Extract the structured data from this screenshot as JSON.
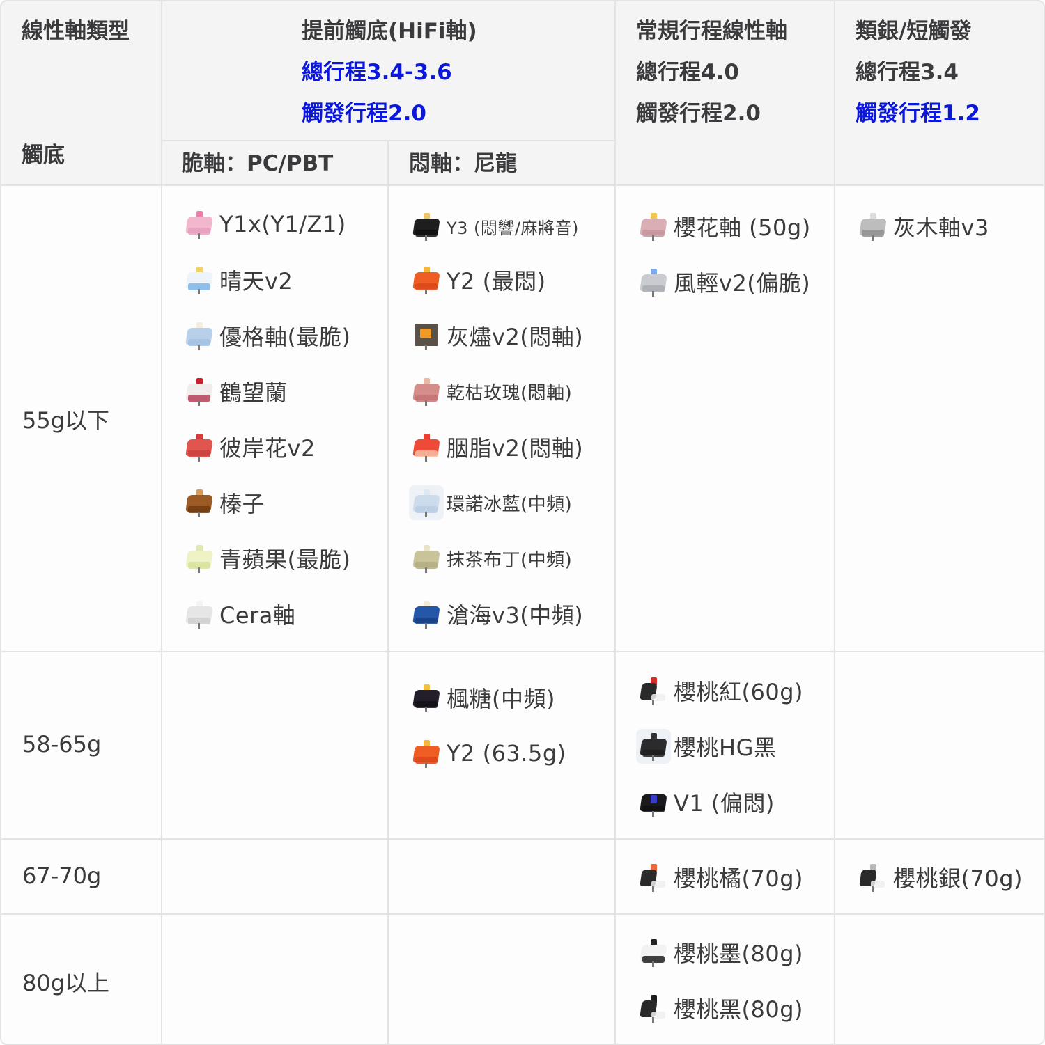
{
  "table": {
    "corner": {
      "top": "線性軸類型",
      "bottom": "觸底"
    },
    "columns": {
      "hifi": {
        "title": "提前觸底(HiFi軸)",
        "total_travel": "總行程3.4-3.6",
        "trigger_travel": "觸發行程2.0",
        "sub": {
          "crisp": "脆軸：PC/PBT",
          "muted": "悶軸：尼龍"
        }
      },
      "standard": {
        "title": "常規行程線性軸",
        "total_travel": "總行程4.0",
        "trigger_travel": "觸發行程2.0"
      },
      "speed": {
        "title": "類銀/短觸發",
        "total_travel": "總行程3.4",
        "trigger_travel": "觸發行程1.2"
      }
    },
    "rows": [
      {
        "force": "55g以下",
        "crisp": [
          {
            "name": "Y1x(Y1/Z1)",
            "icon": "pink-switch-icon"
          },
          {
            "name": "晴天v2",
            "icon": "sky-blue-switch-icon"
          },
          {
            "name": "優格軸(最脆)",
            "icon": "light-blue-switch-icon"
          },
          {
            "name": "鶴望蘭",
            "icon": "red-white-switch-icon"
          },
          {
            "name": "彼岸花v2",
            "icon": "red-switch-icon"
          },
          {
            "name": "榛子",
            "icon": "brown-switch-icon"
          },
          {
            "name": "青蘋果(最脆)",
            "icon": "pale-green-switch-icon"
          },
          {
            "name": "Cera軸",
            "icon": "white-switch-icon"
          }
        ],
        "muted": [
          {
            "name": "Y3 (悶響/麻將音)",
            "icon": "black-switch-icon"
          },
          {
            "name": "Y2 (最悶)",
            "icon": "orange-switch-icon"
          },
          {
            "name": "灰燼v2(悶軸)",
            "icon": "gray-orange-switch-icon"
          },
          {
            "name": "乾枯玫瑰(悶軸)",
            "icon": "dusty-rose-switch-icon"
          },
          {
            "name": "胭脂v2(悶軸)",
            "icon": "rouge-red-switch-icon"
          },
          {
            "name": "環諾冰藍(中頻)",
            "icon": "ice-blue-switch-icon"
          },
          {
            "name": "抹茶布丁(中頻)",
            "icon": "matcha-switch-icon"
          },
          {
            "name": "滄海v3(中頻)",
            "icon": "navy-blue-switch-icon"
          }
        ],
        "standard": [
          {
            "name": "櫻花軸 (50g)",
            "icon": "sakura-switch-icon"
          },
          {
            "name": "風輕v2(偏脆)",
            "icon": "gray-blue-switch-icon"
          }
        ],
        "speed": [
          {
            "name": "灰木軸v3",
            "icon": "silver-gray-switch-icon"
          }
        ]
      },
      {
        "force": "58-65g",
        "crisp": [],
        "muted": [
          {
            "name": "楓糖(中頻)",
            "icon": "maple-black-switch-icon"
          },
          {
            "name": "Y2 (63.5g)",
            "icon": "orange-switch-icon"
          }
        ],
        "standard": [
          {
            "name": "櫻桃紅(60g)",
            "icon": "cherry-red-switch-icon"
          },
          {
            "name": "櫻桃HG黑",
            "icon": "cherry-hg-black-switch-icon"
          },
          {
            "name": "V1 (偏悶)",
            "icon": "black-purple-switch-icon"
          }
        ],
        "speed": []
      },
      {
        "force": "67-70g",
        "crisp": [],
        "muted": [],
        "standard": [
          {
            "name": "櫻桃橘(70g)",
            "icon": "cherry-orange-switch-icon"
          }
        ],
        "speed": [
          {
            "name": "櫻桃銀(70g)",
            "icon": "cherry-silver-switch-icon"
          }
        ]
      },
      {
        "force": "80g以上",
        "crisp": [],
        "muted": [],
        "standard": [
          {
            "name": "櫻桃墨(80g)",
            "icon": "cherry-ink-switch-icon"
          },
          {
            "name": "櫻桃黑(80g)",
            "icon": "cherry-black-switch-icon"
          }
        ],
        "speed": []
      }
    ]
  },
  "colors": {
    "header_bg": "#f4f4f5",
    "body_bg": "#fdfdfd",
    "border": "#e3e3e3",
    "text": "#3b3b3d",
    "highlight_blue": "#0b18dc"
  }
}
